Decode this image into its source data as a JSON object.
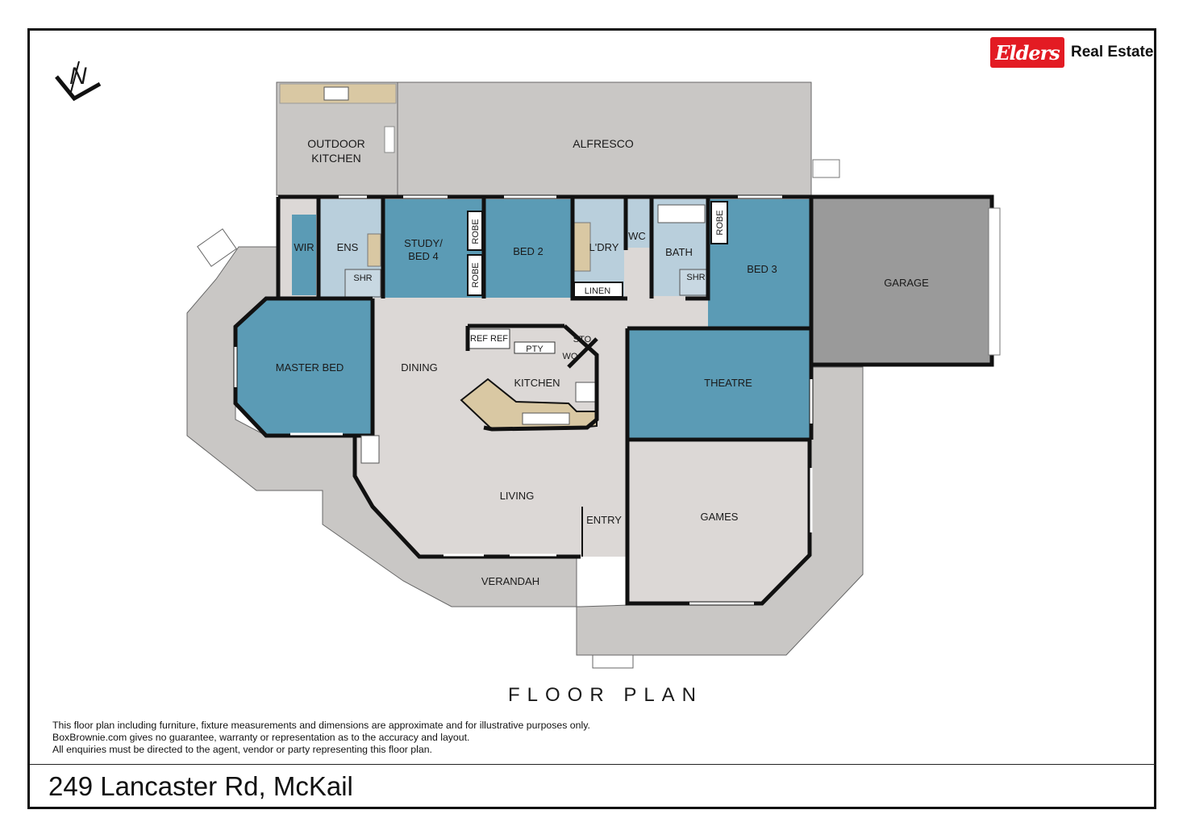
{
  "brand": {
    "name": "Elders",
    "suffix": "Real Estate",
    "color": "#e31b23"
  },
  "compass": {
    "letter": "N",
    "icon": "north-arrow-icon"
  },
  "rooms": {
    "outdoor_kitchen_1": "OUTDOOR",
    "outdoor_kitchen_2": "KITCHEN",
    "alfresco": "ALFRESCO",
    "wir": "WIR",
    "ens": "ENS",
    "ens_shr": "SHR",
    "study_1": "STUDY/",
    "study_2": "BED 4",
    "robe_a": "ROBE",
    "robe_b": "ROBE",
    "bed2": "BED 2",
    "ldry": "L'DRY",
    "wc": "WC",
    "bath": "BATH",
    "bath_shr": "SHR",
    "robe_c": "ROBE",
    "bed3": "BED 3",
    "garage": "GARAGE",
    "linen": "LINEN",
    "master_bed": "MASTER BED",
    "dining": "DINING",
    "ref_a": "REF",
    "ref_b": "REF",
    "pty": "PTY",
    "sto": "STO",
    "wo": "WO",
    "kitchen": "KITCHEN",
    "theatre": "THEATRE",
    "living": "LIVING",
    "entry": "ENTRY",
    "games": "GAMES",
    "verandah": "VERANDAH"
  },
  "colors": {
    "bedroom": "#5b9bb5",
    "wet_area": "#b9cfdc",
    "living": "#dcd8d6",
    "outdoor": "#c9c7c5",
    "garage": "#9a9a9a",
    "bench": "#d9c8a3",
    "wall": "#111111"
  },
  "title": "FLOOR PLAN",
  "disclaimer": [
    "This floor plan including furniture, fixture measurements and dimensions are approximate and for illustrative purposes only.",
    "BoxBrownie.com gives no guarantee, warranty or representation as to the accuracy and layout.",
    "All enquiries must be directed to the agent, vendor or party representing this floor plan."
  ],
  "address": "249 Lancaster Rd, McKail"
}
